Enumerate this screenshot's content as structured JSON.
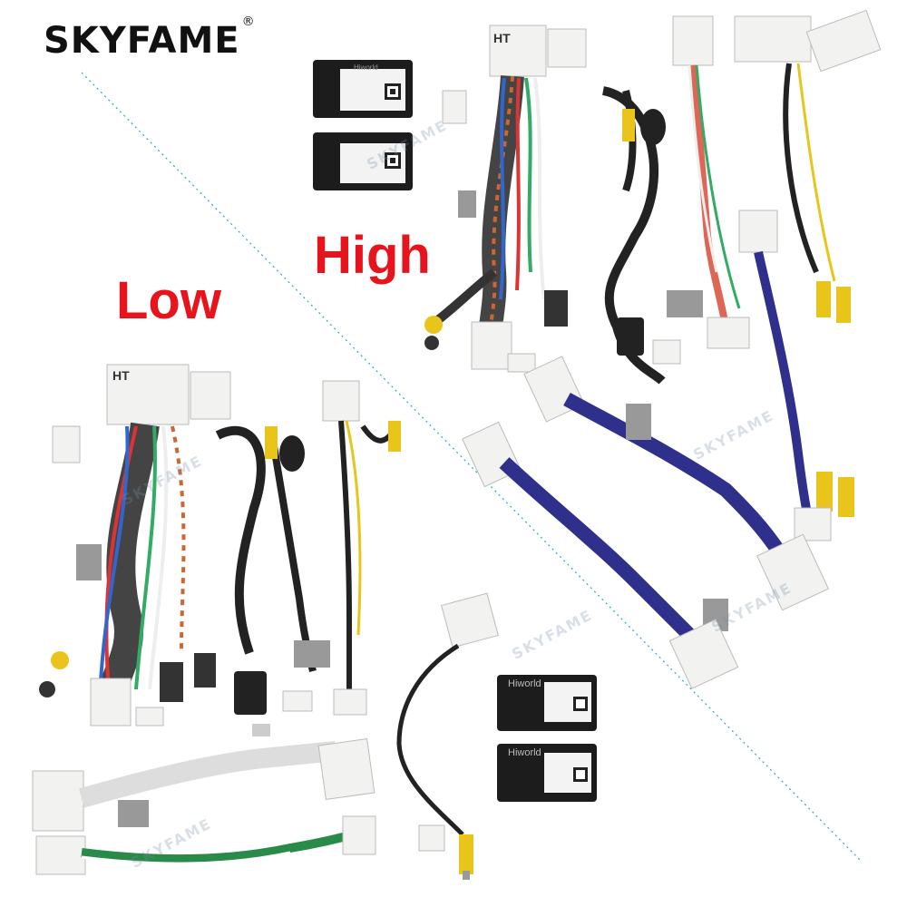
{
  "brand": {
    "name": "SKYFAME",
    "registered": "®"
  },
  "labels": {
    "high": "High",
    "low": "Low"
  },
  "module_text": {
    "maker": "Hiworld",
    "ht": "HT"
  },
  "colors": {
    "label_red": "#e8141d",
    "module_black": "#1c1c1c",
    "connector_white": "#f2f2f0",
    "wire_blue": "#2f2f8c",
    "rca_yellow": "#e9c51c",
    "divider_blue": "#2aa3c9"
  }
}
